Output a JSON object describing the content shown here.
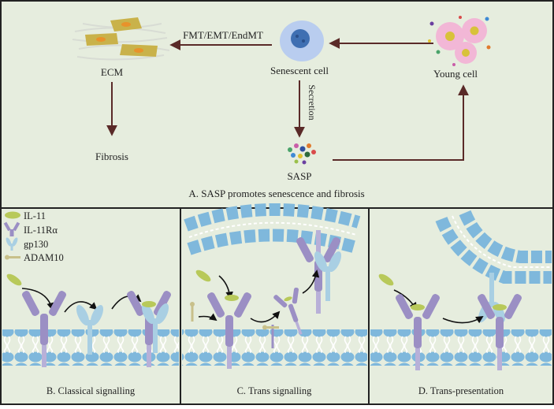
{
  "panel_a": {
    "senescent_label": "Senescent cell",
    "young_label": "Young cell",
    "ecm_label": "ECM",
    "fibrosis_label": "Fibrosis",
    "sasp_label": "SASP",
    "transition_label": "FMT/EMT/EndMT",
    "secretion_label": "Secretion",
    "caption": "A. SASP promotes senescence and fibrosis"
  },
  "legend": {
    "items": [
      {
        "label": "IL-11",
        "icon": "il11-ellipse-icon"
      },
      {
        "label": "IL-11Rα",
        "icon": "il11ra-receptor-icon"
      },
      {
        "label": "gp130",
        "icon": "gp130-receptor-icon"
      },
      {
        "label": "ADAM10",
        "icon": "adam10-protease-icon"
      }
    ]
  },
  "panels": {
    "b_caption": "B. Classical signalling",
    "c_caption": "C. Trans signalling",
    "d_caption": "D. Trans-presentation"
  },
  "colors": {
    "background": "#e6edde",
    "border": "#222222",
    "arrow": "#5a2a28",
    "membrane": "#7fb8dc",
    "receptor_purple": "#9b8fc4",
    "gp130_blue": "#a9cfe3",
    "il11_green": "#b8c95a"
  }
}
